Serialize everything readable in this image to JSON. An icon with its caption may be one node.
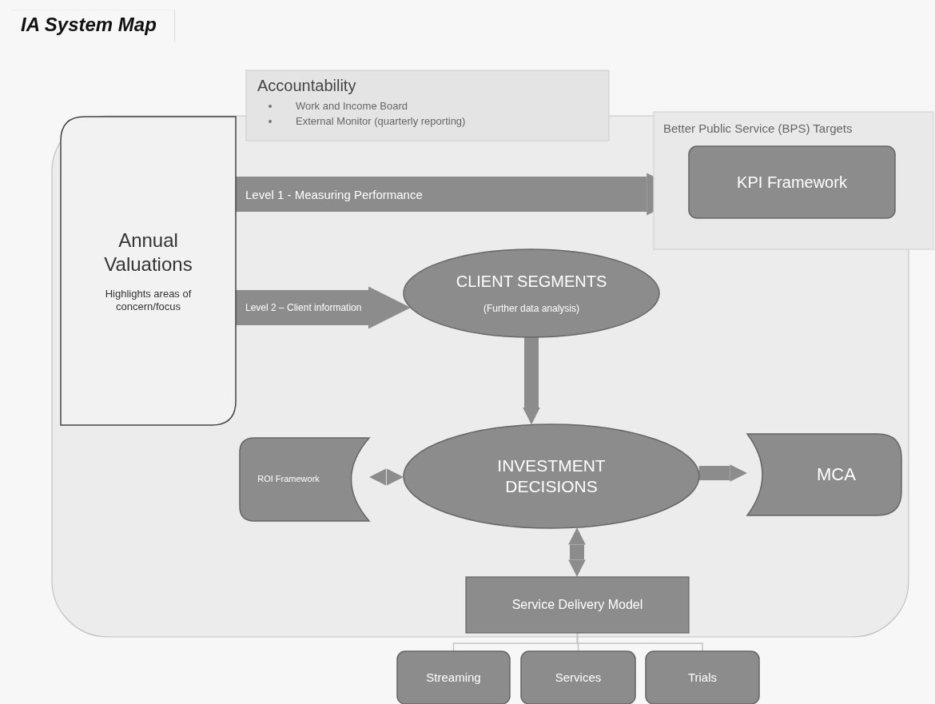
{
  "diagram": {
    "title": "IA System Map",
    "nodes": [
      {
        "text": [
          "Accountability",
          "Work and Income Board",
          "External Monitor (quarterly reporting)"
        ]
      },
      {
        "text": [
          "Better Public Service (BPS) Targets"
        ]
      },
      {
        "text": [
          "KPI Framework"
        ],
        "in": 1
      },
      {
        "text": [
          "Annual Valuations",
          "Highlights areas of concern/focus"
        ]
      },
      {
        "text": [
          "CLIENT SEGMENTS",
          "(Further data analysis)"
        ]
      },
      {
        "text": [
          "ROI Framework"
        ]
      },
      {
        "text": [
          "INVESTMENT DECISIONS"
        ]
      },
      {
        "text": [
          "MCA"
        ]
      },
      {
        "text": [
          "Service Delivery Model"
        ]
      },
      {
        "text": [
          "Streaming"
        ]
      },
      {
        "text": [
          "Services"
        ]
      },
      {
        "text": [
          "Trials"
        ]
      }
    ],
    "edges": [
      {
        "from": 3,
        "to": 2,
        "arrow": "to",
        "label": "Level 1 - Measuring Performance",
        "style": "thick"
      },
      {
        "from": 3,
        "to": 4,
        "arrow": "to",
        "label": "Level 2 – Client information",
        "style": "thick"
      },
      {
        "from": 4,
        "to": 6,
        "arrow": "to"
      },
      {
        "from": 5,
        "to": 6,
        "arrow": "both"
      },
      {
        "from": 6,
        "to": 7,
        "arrow": "to"
      },
      {
        "from": 6,
        "to": 8,
        "arrow": "both"
      },
      {
        "from": 8,
        "to": 9,
        "arrow": "none",
        "color": "#c4c4c4"
      },
      {
        "from": 8,
        "to": 10,
        "arrow": "none",
        "color": "#c4c4c4"
      },
      {
        "from": 8,
        "to": 11,
        "arrow": "none",
        "color": "#c4c4c4"
      }
    ]
  }
}
